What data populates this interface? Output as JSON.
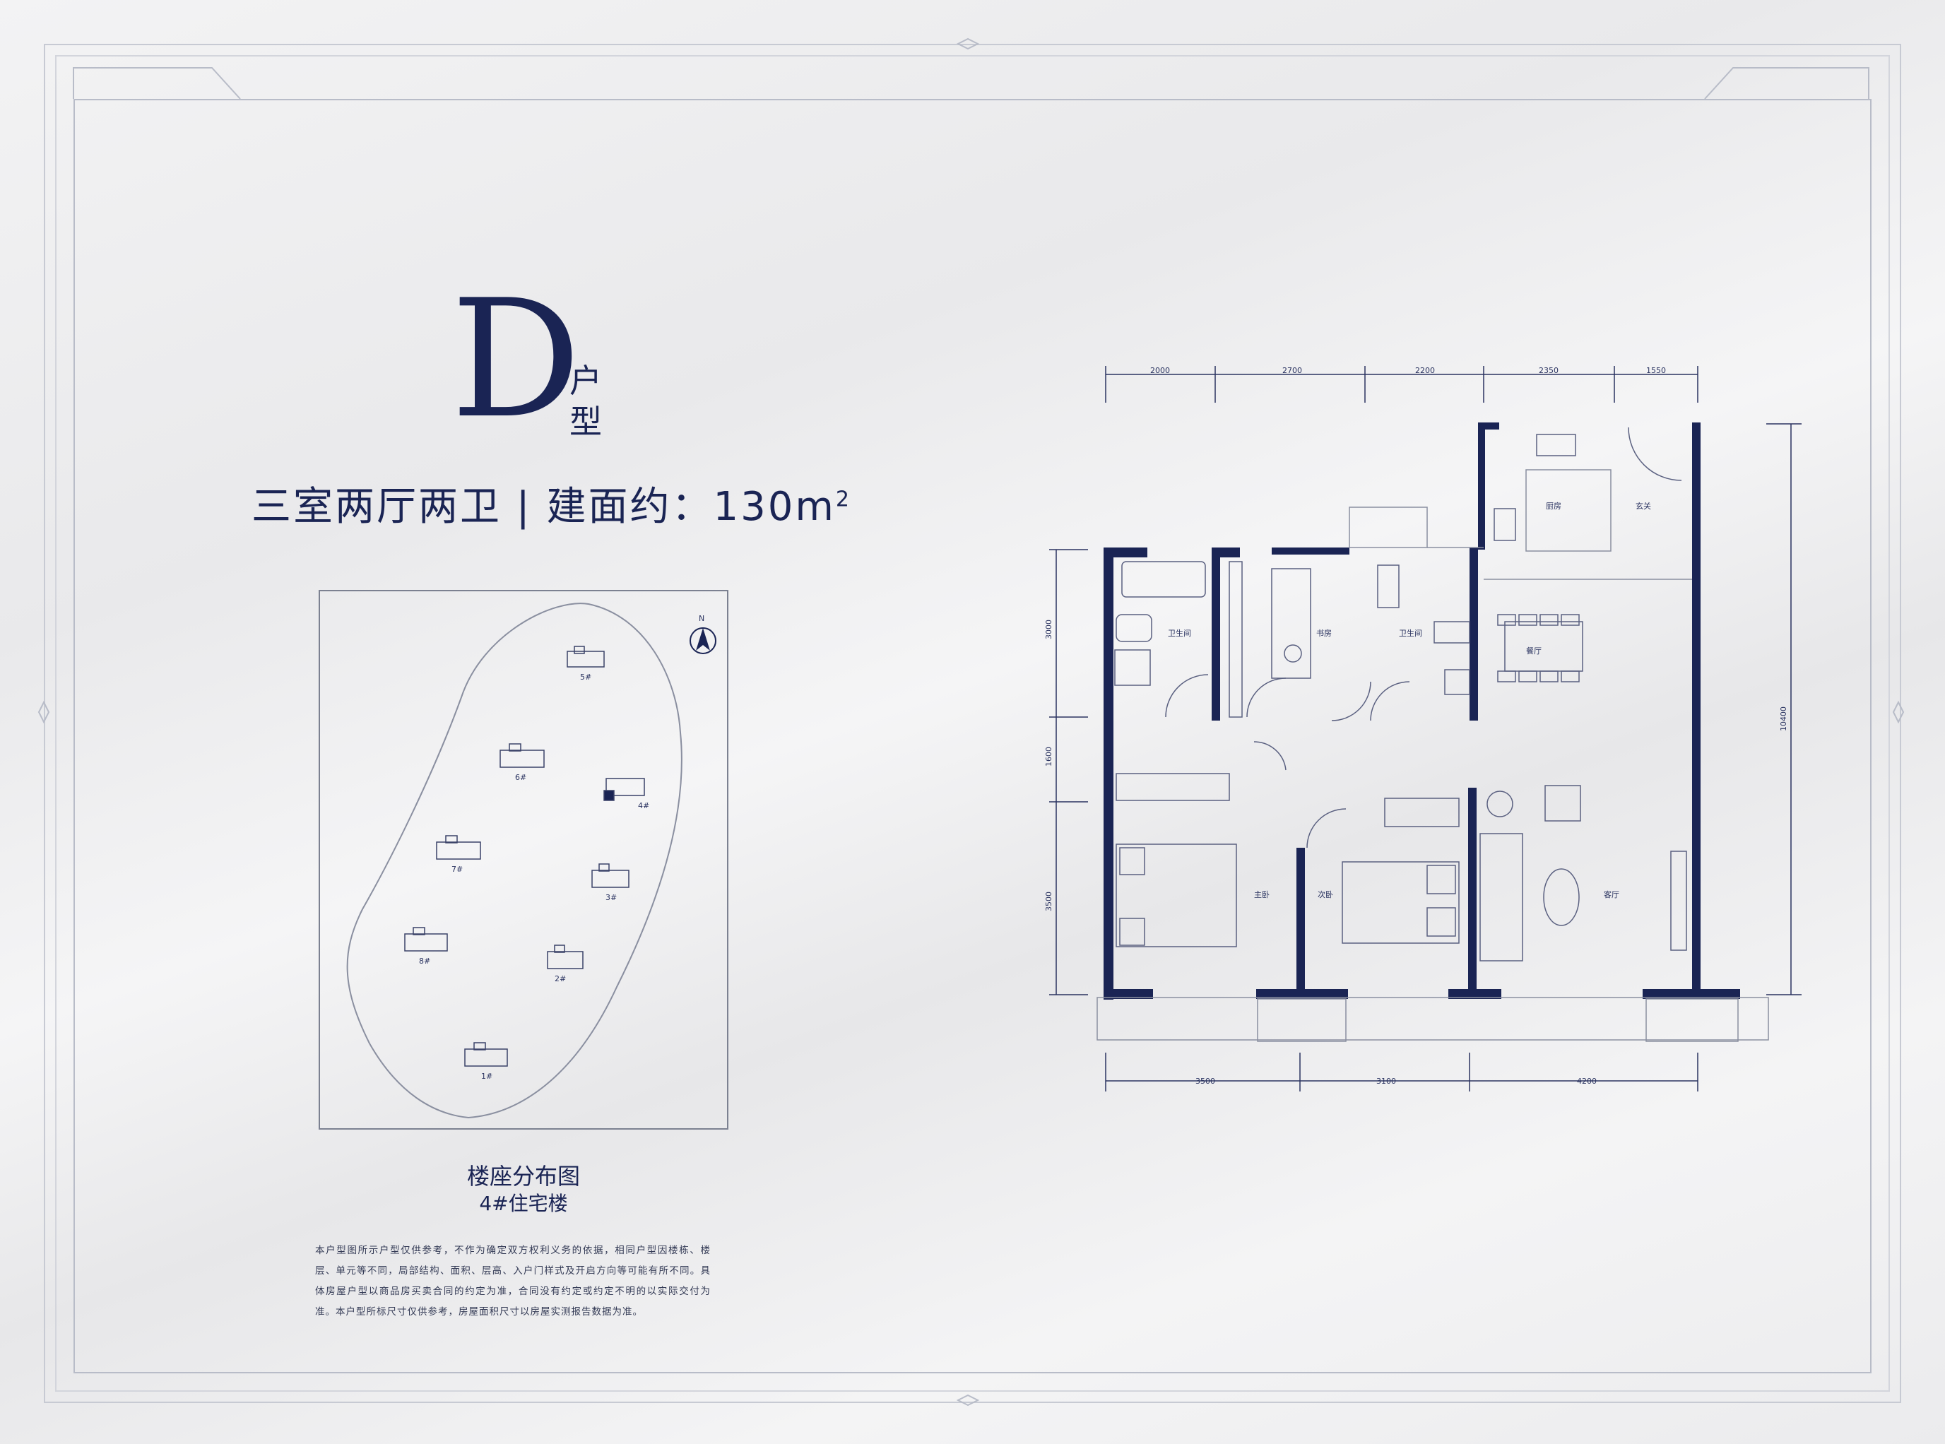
{
  "unit": {
    "letter": "D",
    "suffix": "户型",
    "spec": "三室两厅两卫 | 建面约：130",
    "area_unit": "m",
    "area_sup": "2"
  },
  "site_map": {
    "title": "楼座分布图",
    "building": "4#住宅楼",
    "north": "N",
    "buildings": [
      "5#",
      "6#",
      "4#",
      "7#",
      "3#",
      "8#",
      "2#",
      "1#"
    ]
  },
  "disclaimer": "本户型图所示户型仅供参考，不作为确定双方权利义务的依据，相同户型因楼栋、楼层、单元等不同，局部结构、面积、层高、入户门样式及开启方向等可能有所不同。具体房屋户型以商品房买卖合同的约定为准，合同没有约定或约定不明的以实际交付为准。本户型所标尺寸仅供参考，房屋面积尺寸以房屋实测报告数据为准。",
  "plan": {
    "top_dims": [
      "2000",
      "2700",
      "2200",
      "2350",
      "1550"
    ],
    "bottom_dims": [
      "3500",
      "3100",
      "4200"
    ],
    "left_dims": [
      "3000",
      "1600",
      "3500"
    ],
    "right_dim": "10400",
    "rooms": {
      "kitchen": "厨房",
      "foyer": "玄关",
      "bath1": "卫生间",
      "study": "书房",
      "bath2": "卫生间",
      "dining": "餐厅",
      "master": "主卧",
      "second": "次卧",
      "living": "客厅"
    }
  },
  "colors": {
    "navy": "#1a2454",
    "frame": "#c7cad3"
  }
}
